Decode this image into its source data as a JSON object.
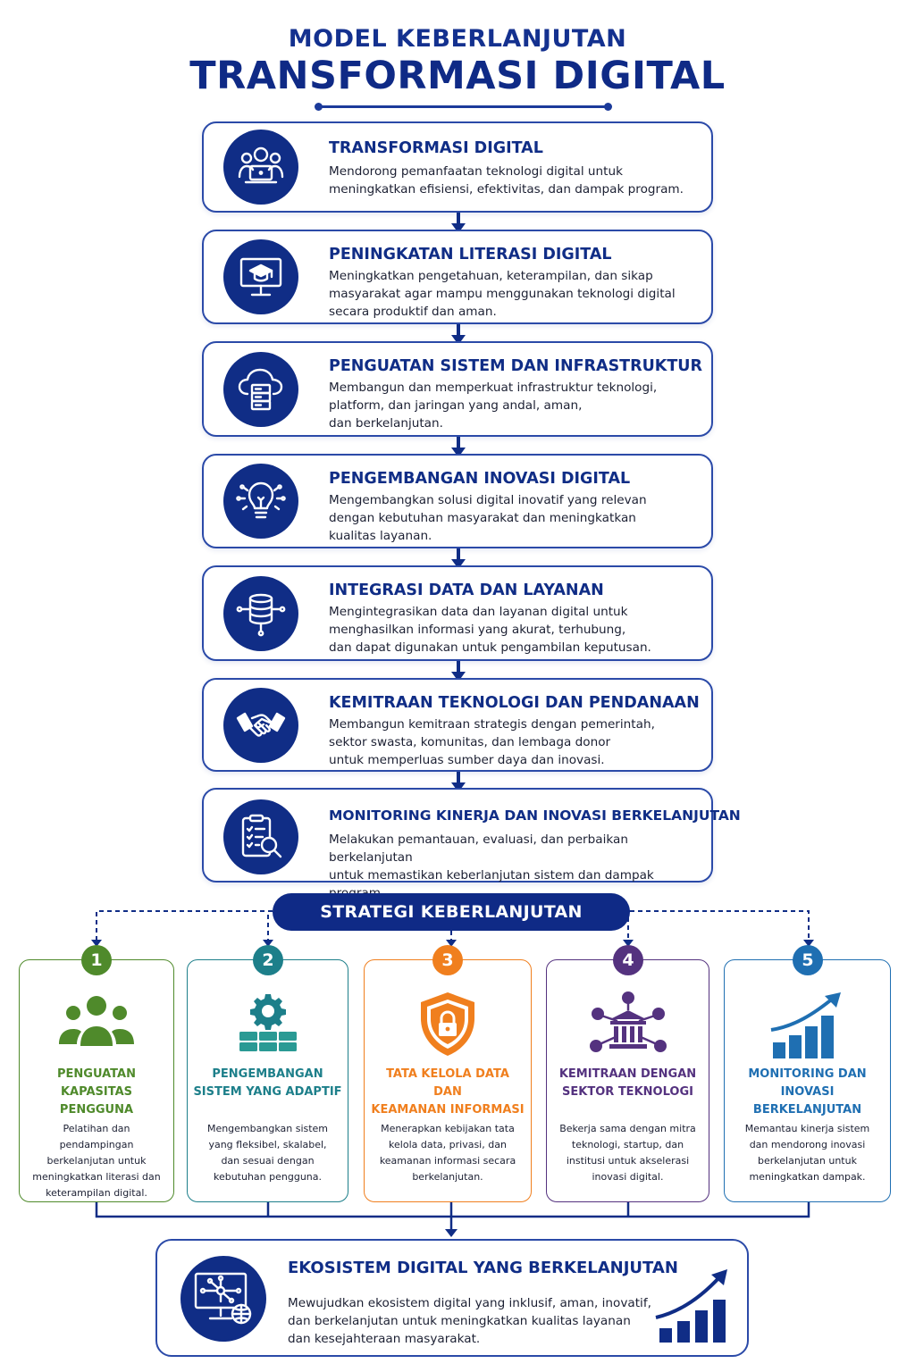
{
  "header": {
    "title_line1": "MODEL KEBERLANJUTAN",
    "title_line2": "TRANSFORMASI DIGITAL"
  },
  "colors": {
    "primary": "#102d86",
    "green": "#4f8a2b",
    "teal": "#1d7f8a",
    "orange": "#f07f1e",
    "purple": "#54327f",
    "blue": "#1f6fb2"
  },
  "steps": [
    {
      "icon": "team-laptop-icon",
      "title": "TRANSFORMASI DIGITAL",
      "desc": [
        "Mendorong pemanfaatan teknologi digital untuk",
        "meningkatkan efisiensi, efektivitas, dan dampak program."
      ]
    },
    {
      "icon": "monitor-graduation-cap-icon",
      "title": "PENINGKATAN LITERASI DIGITAL",
      "desc": [
        "Meningkatkan pengetahuan, keterampilan, dan sikap",
        "masyarakat agar mampu menggunakan teknologi digital",
        "secara produktif dan aman."
      ]
    },
    {
      "icon": "cloud-server-icon",
      "title": "PENGUATAN SISTEM DAN INFRASTRUKTUR",
      "desc": [
        "Membangun dan memperkuat infrastruktur teknologi,",
        "platform, dan jaringan yang andal, aman,",
        "dan berkelanjutan."
      ]
    },
    {
      "icon": "lightbulb-circuit-icon",
      "title": "PENGEMBANGAN INOVASI DIGITAL",
      "desc": [
        "Mengembangkan solusi digital inovatif yang relevan",
        "dengan kebutuhan masyarakat dan meningkatkan",
        "kualitas layanan."
      ]
    },
    {
      "icon": "database-network-icon",
      "title": "INTEGRASI DATA DAN LAYANAN",
      "desc": [
        "Mengintegrasikan data dan layanan digital untuk",
        "menghasilkan informasi yang akurat, terhubung,",
        "dan dapat digunakan untuk pengambilan keputusan."
      ]
    },
    {
      "icon": "handshake-icon",
      "title": "KEMITRAAN TEKNOLOGI DAN PENDANAAN",
      "desc": [
        "Membangun kemitraan strategis dengan pemerintah,",
        "sektor swasta, komunitas, dan lembaga donor",
        "untuk memperluas sumber daya dan inovasi."
      ]
    },
    {
      "icon": "clipboard-search-icon",
      "title": "MONITORING KINERJA DAN INOVASI BERKELANJUTAN",
      "desc": [
        "Melakukan pemantauan, evaluasi, dan perbaikan berkelanjutan",
        "untuk memastikan keberlanjutan sistem dan dampak program."
      ]
    }
  ],
  "strategy": {
    "label": "STRATEGI KEBERLANJUTAN",
    "cards": [
      {
        "num": "1",
        "icon": "users-group-icon",
        "color": "#4f8a2b",
        "title": [
          "PENGUATAN KAPASITAS",
          "PENGGUNA"
        ],
        "desc": [
          "Pelatihan dan pendampingan",
          "berkelanjutan untuk",
          "meningkatkan literasi dan",
          "keterampilan digital."
        ]
      },
      {
        "num": "2",
        "icon": "gear-blocks-icon",
        "color": "#1d7f8a",
        "title": [
          "PENGEMBANGAN",
          "SISTEM YANG ADAPTIF"
        ],
        "desc": [
          "Mengembangkan sistem",
          "yang fleksibel, skalabel,",
          "dan sesuai dengan",
          "kebutuhan pengguna."
        ]
      },
      {
        "num": "3",
        "icon": "shield-lock-icon",
        "color": "#f07f1e",
        "title": [
          "TATA KELOLA DATA DAN",
          "KEAMANAN INFORMASI"
        ],
        "desc": [
          "Menerapkan kebijakan tata",
          "kelola data, privasi, dan",
          "keamanan informasi secara",
          "berkelanjutan."
        ]
      },
      {
        "num": "4",
        "icon": "institution-network-icon",
        "color": "#54327f",
        "title": [
          "KEMITRAAN DENGAN",
          "SEKTOR TEKNOLOGI"
        ],
        "desc": [
          "Bekerja sama dengan mitra",
          "teknologi, startup, dan",
          "institusi untuk akselerasi",
          "inovasi digital."
        ]
      },
      {
        "num": "5",
        "icon": "growth-chart-icon",
        "color": "#1f6fb2",
        "title": [
          "MONITORING DAN",
          "INOVASI BERKELANJUTAN"
        ],
        "desc": [
          "Memantau kinerja sistem",
          "dan mendorong inovasi",
          "berkelanjutan untuk",
          "meningkatkan dampak."
        ]
      }
    ]
  },
  "final": {
    "icon": "monitor-network-icon",
    "chart_icon": "growth-chart-icon",
    "title": "EKOSISTEM DIGITAL YANG BERKELANJUTAN",
    "desc": [
      "Mewujudkan ekosistem digital yang inklusif, aman, inovatif,",
      "dan berkelanjutan untuk meningkatkan kualitas layanan",
      "dan kesejahteraan masyarakat."
    ]
  }
}
